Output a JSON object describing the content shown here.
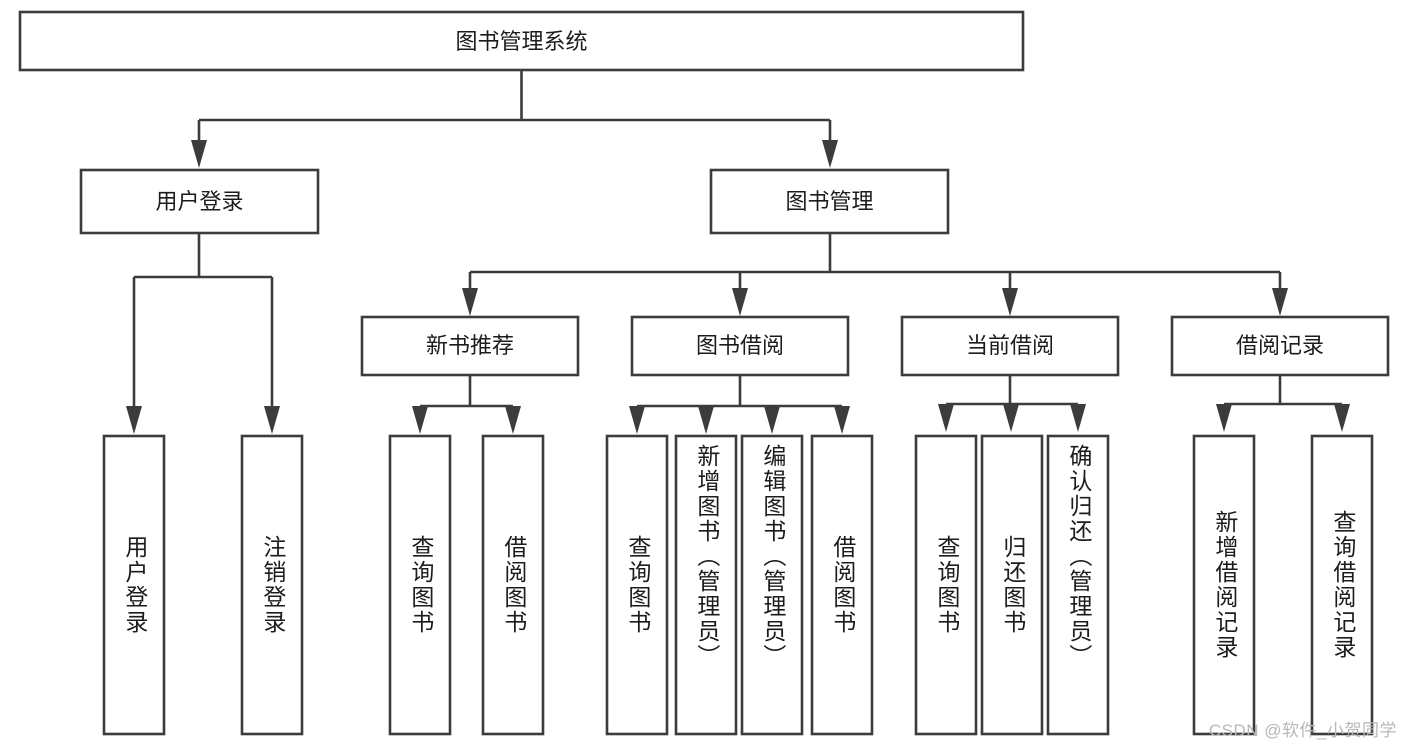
{
  "diagram": {
    "title": "图书管理系统",
    "type": "tree",
    "watermark": "CSDN @软件_小贺同学",
    "colors": {
      "box_stroke": "#3c3c3c",
      "box_fill": "#ffffff",
      "connector": "#3c3c3c",
      "text": "#1c1c1c",
      "watermark": "#b8b8b8",
      "background": "#ffffff"
    },
    "root": {
      "label": "图书管理系统"
    },
    "level2": [
      {
        "label": "用户登录"
      },
      {
        "label": "图书管理"
      }
    ],
    "level3": [
      {
        "label": "新书推荐"
      },
      {
        "label": "图书借阅"
      },
      {
        "label": "当前借阅"
      },
      {
        "label": "借阅记录"
      }
    ],
    "leaves": {
      "user_login": [
        {
          "label": "用户登录"
        },
        {
          "label": "注销登录"
        }
      ],
      "new_book_recommend": [
        {
          "label": "查询图书"
        },
        {
          "label": "借阅图书"
        }
      ],
      "book_borrow": [
        {
          "label": "查询图书"
        },
        {
          "label": "新增图书（管理员）"
        },
        {
          "label": "编辑图书（管理员）"
        },
        {
          "label": "借阅图书"
        }
      ],
      "current_borrow": [
        {
          "label": "查询图书"
        },
        {
          "label": "归还图书"
        },
        {
          "label": "确认归还（管理员）"
        }
      ],
      "borrow_record": [
        {
          "label": "新增借阅记录"
        },
        {
          "label": "查询借阅记录"
        }
      ]
    }
  }
}
